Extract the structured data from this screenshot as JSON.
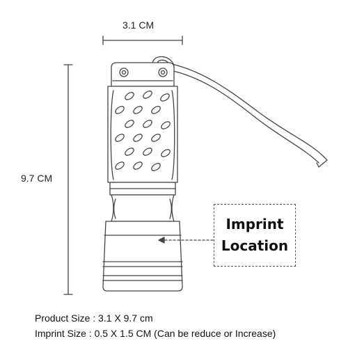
{
  "dimensions": {
    "width_label": "3.1 CM",
    "height_label": "9.7 CM"
  },
  "imprint_box": {
    "line1": "Imprint",
    "line2": "Location"
  },
  "specs": {
    "product_size": "Product Size : 3.1 X 9.7 cm",
    "imprint_size": "Imprint Size : 0.5 X 1.5 CM (Can be reduce or Increase)"
  },
  "colors": {
    "line": "#444444",
    "text": "#222222"
  },
  "icons": [
    "flashlight-illustration"
  ]
}
